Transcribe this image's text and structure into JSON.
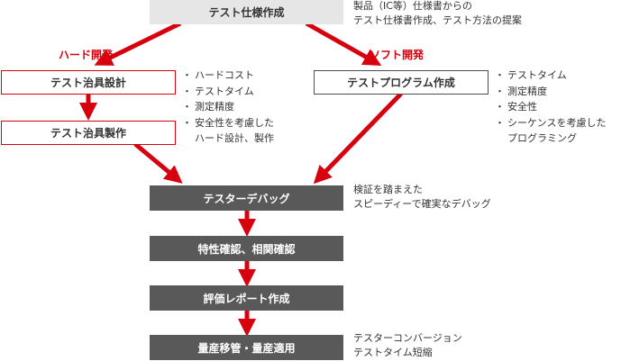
{
  "boxes": {
    "spec": "テスト仕様作成",
    "jig_design": "テスト治具設計",
    "jig_build": "テスト治具製作",
    "program": "テストプログラム作成",
    "debug": "テスターデバッグ",
    "verify": "特性確認、相関確認",
    "report": "評価レポート作成",
    "mass": "量産移管・量産適用"
  },
  "branch_labels": {
    "hard": "ハード開発",
    "soft": "ソフト開発"
  },
  "notes": {
    "spec": [
      "製品（IC等）仕様書からの",
      "テスト仕様書作成、テスト方法の提案"
    ],
    "debug": [
      "検証を踏まえた",
      "スピーディーで確実なデバッグ"
    ],
    "mass": [
      "テスターコンバージョン",
      "テストタイム短縮"
    ]
  },
  "hard_points": [
    {
      "line1": "ハードコスト",
      "line2": ""
    },
    {
      "line1": "テストタイム",
      "line2": ""
    },
    {
      "line1": "測定精度",
      "line2": ""
    },
    {
      "line1": "安全性を考慮した",
      "line2": "ハード設計、製作"
    }
  ],
  "soft_points": [
    {
      "line1": "テストタイム",
      "line2": ""
    },
    {
      "line1": "測定精度",
      "line2": ""
    },
    {
      "line1": "安全性",
      "line2": ""
    },
    {
      "line1": "シーケンスを考慮した",
      "line2": "プログラミング"
    }
  ],
  "colors": {
    "accent_red": "#d7000f",
    "dark_box": "#595959",
    "light_box": "#e6e6e6"
  }
}
